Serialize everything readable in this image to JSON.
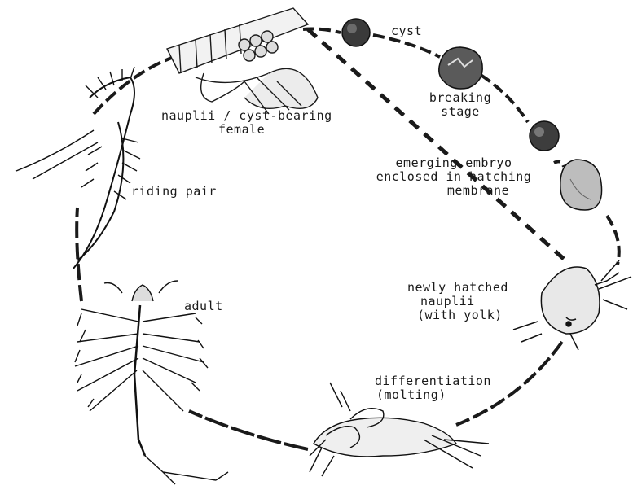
{
  "diagram": {
    "stages": {
      "cyst": "cyst",
      "breaking_line1": "breaking",
      "breaking_line2": "stage",
      "emerging_line1": "emerging embryo",
      "emerging_line2": "enclosed in hatching",
      "emerging_line3": "membrane",
      "newly_line1": "newly hatched",
      "newly_line2": "nauplii",
      "newly_line3": "(with yolk)",
      "differentiation_line1": "differentiation",
      "differentiation_line2": "(molting)",
      "adult": "adult",
      "riding_pair": "riding pair",
      "female_line1": "nauplii / cyst-bearing",
      "female_line2": "female"
    }
  }
}
